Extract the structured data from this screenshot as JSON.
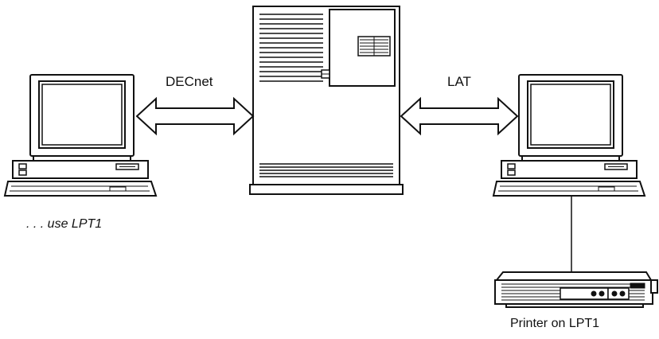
{
  "labels": {
    "decnet": "DECnet",
    "lat": "LAT",
    "use_lpt1": ". . . use LPT1",
    "printer": "Printer on LPT1"
  },
  "nodes": {
    "left_workstation": "pc-workstation-icon",
    "server": "server-cabinet-icon",
    "right_workstation": "pc-workstation-icon",
    "printer": "printer-icon"
  },
  "connections": [
    {
      "from": "left_workstation",
      "to": "server",
      "label_key": "decnet",
      "style": "double-arrow"
    },
    {
      "from": "server",
      "to": "right_workstation",
      "label_key": "lat",
      "style": "double-arrow"
    },
    {
      "from": "right_workstation",
      "to": "printer",
      "style": "line"
    }
  ]
}
